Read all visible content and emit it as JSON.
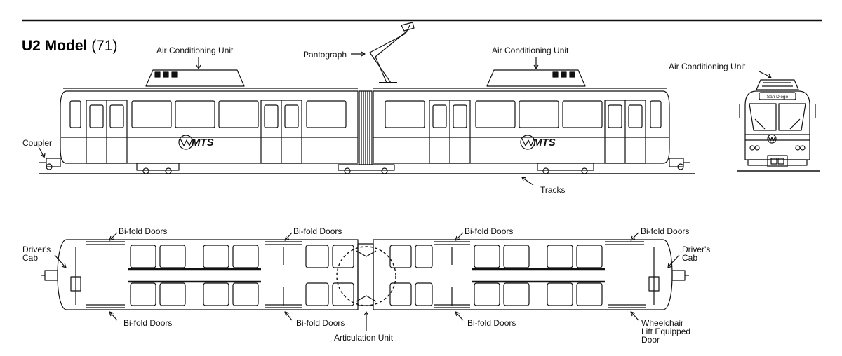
{
  "title": {
    "model": "U2 Model",
    "count": "(71)"
  },
  "labels": {
    "ac_left": "Air Conditioning Unit",
    "pantograph": "Pantograph",
    "ac_right": "Air Conditioning Unit",
    "ac_front": "Air Conditioning Unit",
    "coupler": "Coupler",
    "tracks": "Tracks",
    "bifold_top_1": "Bi-fold Doors",
    "bifold_top_2": "Bi-fold Doors",
    "bifold_top_3": "Bi-fold Doors",
    "bifold_top_4": "Bi-fold Doors",
    "bifold_bottom_1": "Bi-fold Doors",
    "bifold_bottom_2": "Bi-fold Doors",
    "bifold_bottom_3": "Bi-fold Doors",
    "drivers_cab_left": "Driver's\nCab",
    "drivers_cab_right": "Driver's\nCab",
    "articulation_unit": "Articulation Unit",
    "wheelchair_door": "Wheelchair\nLift Equipped\nDoor"
  },
  "car": {
    "logo_text": "MTS",
    "destination_sign": "San Diego"
  },
  "colors": {
    "line": "#111111",
    "background": "#ffffff"
  }
}
